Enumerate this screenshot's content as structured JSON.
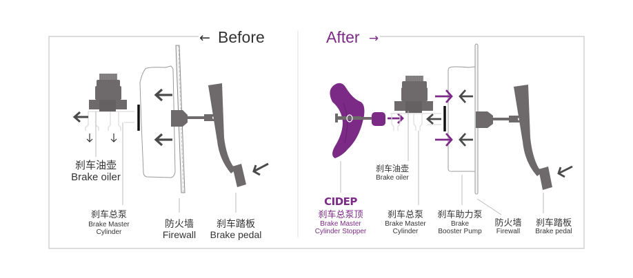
{
  "colors": {
    "accent": "#7b2a86",
    "part_gray": "#6e6a6b",
    "dark_gray": "#4a4a4a",
    "frame": "#c8c8c8",
    "text": "#333333"
  },
  "before": {
    "heading": "Before",
    "heading_arrow": "←",
    "labels": {
      "oiler": {
        "zh": "刹车油壶",
        "en": "Brake oiler"
      },
      "master_cylinder": {
        "zh": "刹车总泵",
        "en_line1": "Brake Master",
        "en_line2": "Cylinder"
      },
      "firewall": {
        "zh": "防火墙",
        "en": "Firewall"
      },
      "pedal": {
        "zh": "刹车踏板",
        "en": "Brake pedal"
      }
    }
  },
  "after": {
    "heading": "After",
    "heading_arrow": "→",
    "brand": "CIDEP",
    "labels": {
      "stopper": {
        "zh": "刹车总泵顶",
        "en_line1": "Brake Master",
        "en_line2": "Cylinder Stopper"
      },
      "oiler": {
        "zh": "刹车油壶",
        "en": "Brake oiler"
      },
      "master_cylinder": {
        "zh": "刹车总泵",
        "en_line1": "Brake Master",
        "en_line2": "Cylinder"
      },
      "booster": {
        "zh": "刹车助力泵",
        "en_line1": "Brake",
        "en_line2": "Booster Pump"
      },
      "firewall": {
        "zh": "防火墙",
        "en": "Firewall"
      },
      "pedal": {
        "zh": "刹车踏板",
        "en": "Brake pedal"
      }
    }
  }
}
